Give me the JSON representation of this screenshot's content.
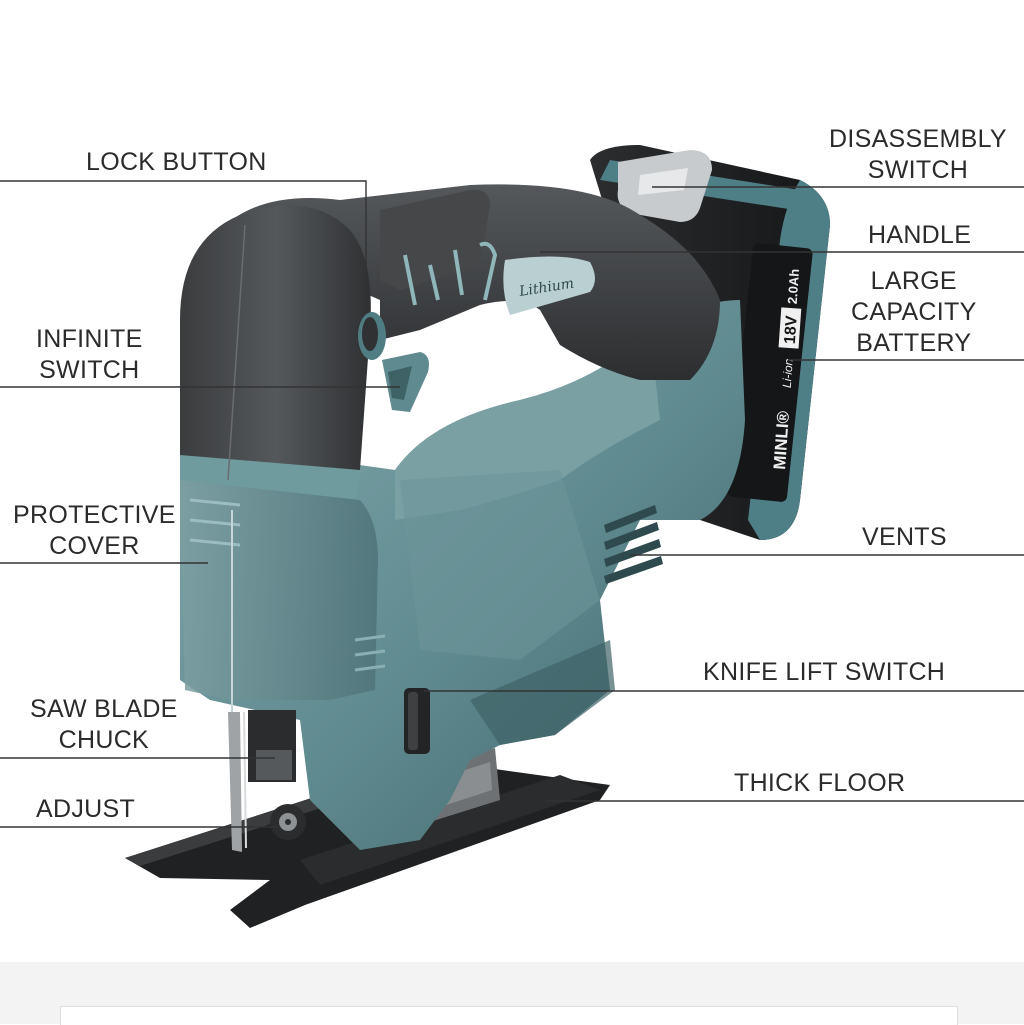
{
  "brand": {
    "handle_script": "Lithium",
    "battery_brand": "MINLI",
    "battery_voltage": "18V",
    "battery_capacity": "2.0Ah",
    "battery_type": "Li-ion"
  },
  "labels": {
    "lock_button": [
      "LOCK BUTTON"
    ],
    "infinite_switch": [
      "INFINITE",
      "SWITCH"
    ],
    "protective_cover": [
      "PROTECTIVE",
      "COVER"
    ],
    "saw_blade_chuck": [
      "SAW BLADE",
      "CHUCK"
    ],
    "adjust": [
      "ADJUST"
    ],
    "disassembly_switch": [
      "DISASSEMBLY",
      "SWITCH"
    ],
    "handle": [
      "HANDLE"
    ],
    "large_capacity_battery": [
      "LARGE",
      "CAPACITY",
      "BATTERY"
    ],
    "vents": [
      "VENTS"
    ],
    "knife_lift_switch": [
      "KNIFE LIFT SWITCH"
    ],
    "thick_floor": [
      "THICK FLOOR"
    ]
  },
  "colors": {
    "body_teal": "#5f8a90",
    "body_teal_light": "#86abaf",
    "body_teal_dark": "#3f6267",
    "grip_dark": "#3b3d3f",
    "battery_black": "#222426",
    "base_plate": "#1f2122",
    "leader_line": "#333333"
  }
}
